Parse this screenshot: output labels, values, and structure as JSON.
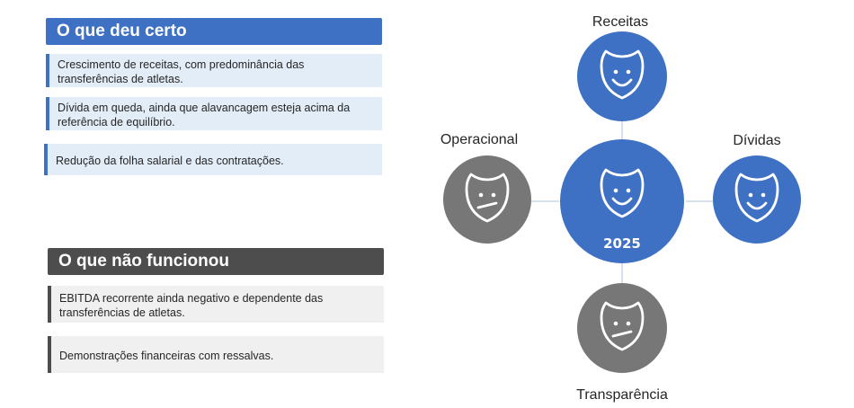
{
  "left": {
    "good": {
      "title": "O que deu certo",
      "items": [
        "Crescimento de receitas, com predominância das transferências de atletas.",
        "Dívida em queda, ainda que alavancagem esteja acima da referência de equilíbrio.",
        "Redução da folha salarial e das contratações."
      ]
    },
    "bad": {
      "title": "O que não funcionou",
      "items": [
        "EBITDA recorrente ainda negativo e dependente das transferências de atletas.",
        "Demonstrações financeiras com ressalvas."
      ]
    }
  },
  "diagram": {
    "center": {
      "label": "2025",
      "status": "happy",
      "color": "#3e71c4"
    },
    "nodes": [
      {
        "label": "Receitas",
        "status": "happy",
        "color": "#3e71c4"
      },
      {
        "label": "Dívidas",
        "status": "happy",
        "color": "#3e71c4"
      },
      {
        "label": "Transparência",
        "status": "neutral",
        "color": "#777777"
      },
      {
        "label": "Operacional",
        "status": "neutral",
        "color": "#777777"
      }
    ],
    "connector_color": "#c9d7ea"
  }
}
